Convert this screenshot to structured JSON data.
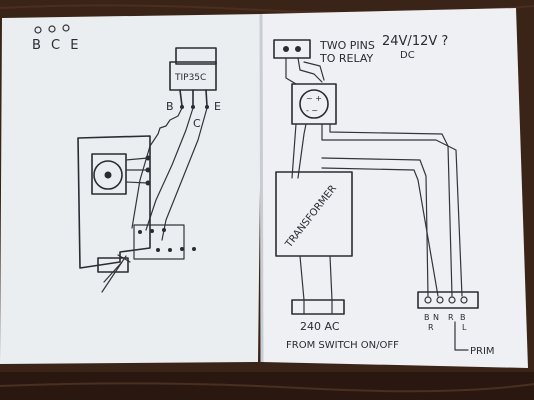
{
  "photo": {
    "colors": {
      "table": "#3a2418",
      "table_edge": "#2a1810",
      "paper_left": "#ebeef1",
      "paper_right": "#eef0f3",
      "ink": "#2b2b33",
      "shadow": "#c9cdd2"
    },
    "left_page": {
      "pin_legend": "B C E",
      "transistor_label": "TIP35C",
      "pin_b": "B",
      "pin_c": "C",
      "pin_e": "E"
    },
    "right_page": {
      "note_line1": "TWO PINS",
      "note_line2": "TO RELAY",
      "voltage_text": "24V/12V ?",
      "dc_label": "DC",
      "transformer_label": "TRANSFORMER",
      "supply_line1": "240 AC",
      "supply_line2": "FROM SWITCH ON/OFF",
      "terminal_labels": [
        "B",
        "N",
        "R",
        "B"
      ],
      "terminal_sub_r": "R",
      "terminal_sub_l": "L",
      "prim_label": "PRIM"
    }
  }
}
